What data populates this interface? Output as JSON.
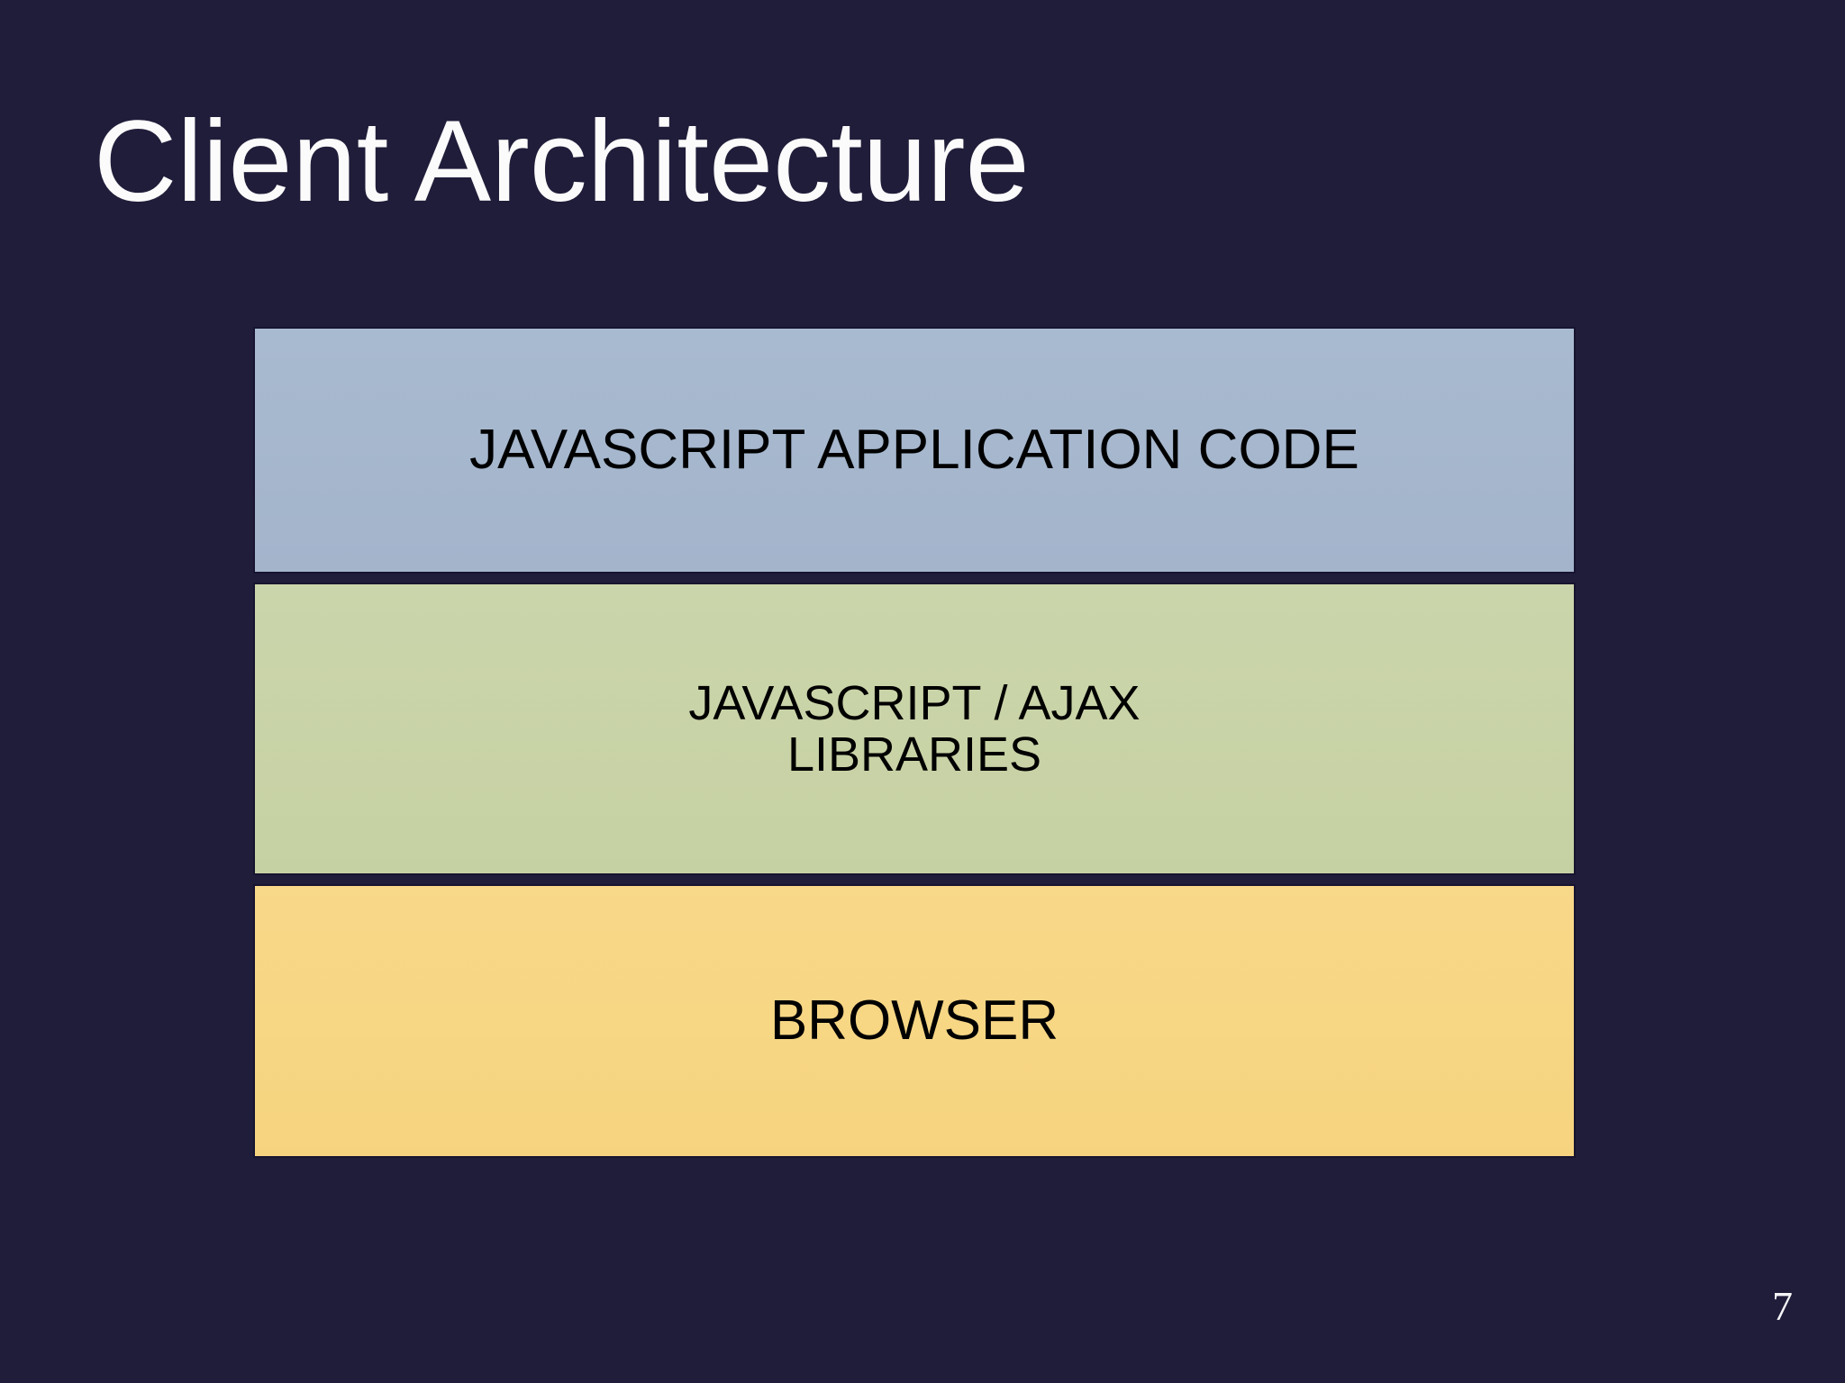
{
  "slide": {
    "title": "Client Architecture",
    "page_number": "7"
  },
  "diagram": {
    "layers": [
      {
        "name": "javascript-application-code",
        "label": "JAVASCRIPT APPLICATION CODE",
        "color": "#a5b7cd"
      },
      {
        "name": "javascript-ajax-libraries",
        "label": "JAVASCRIPT / AJAX\nLIBRARIES",
        "color": "#c9d3a7"
      },
      {
        "name": "browser",
        "label": "BROWSER",
        "color": "#f7d684"
      }
    ]
  },
  "colors": {
    "background": "#201d3a",
    "layer_text": "#000000",
    "title_text": "#fbfbfb"
  }
}
